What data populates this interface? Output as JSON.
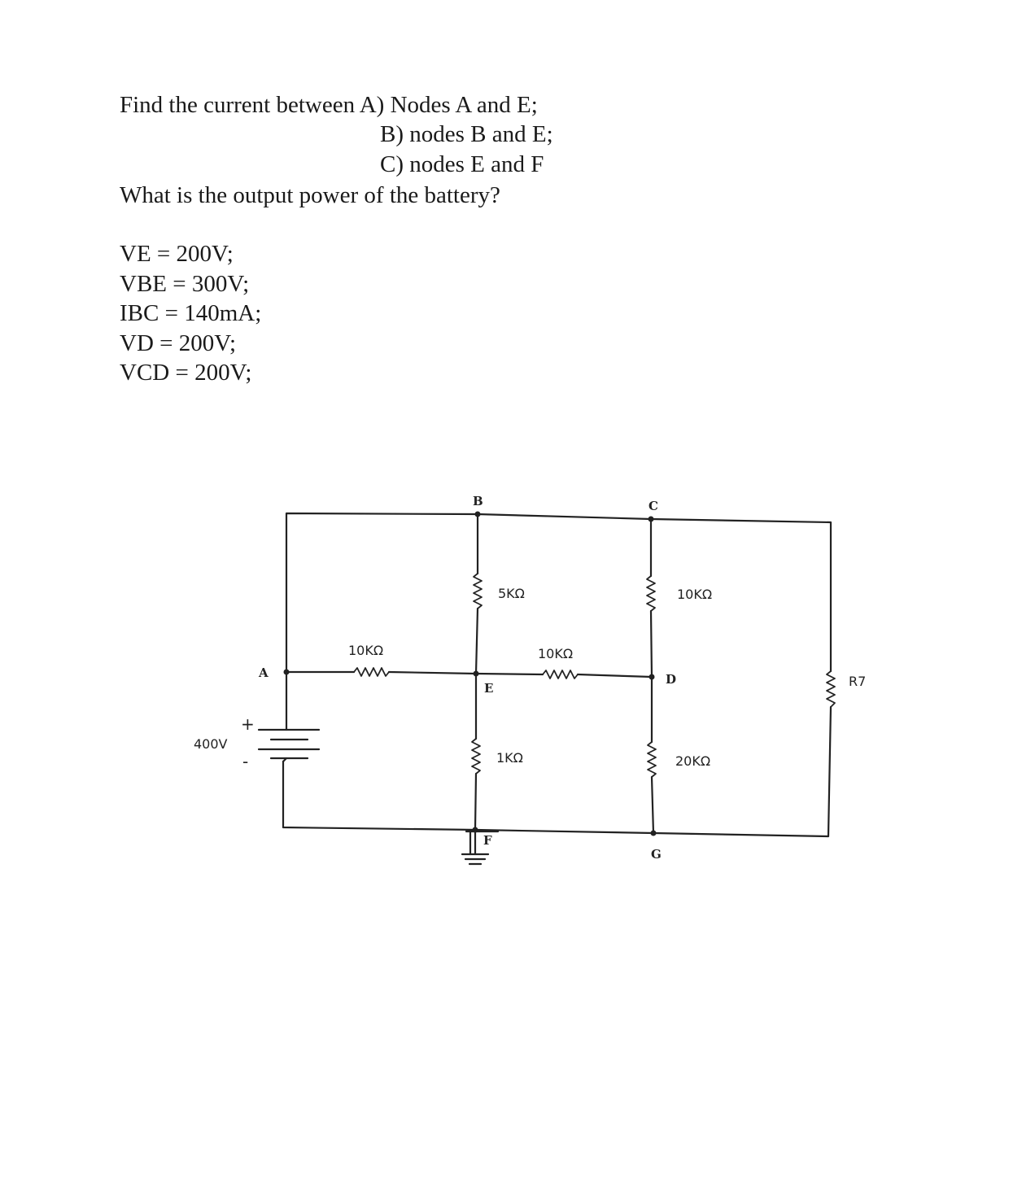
{
  "problem": {
    "line_a": "Find the current between A) Nodes A and E;",
    "line_b": "B) nodes B and E;",
    "line_c": "C) nodes E and F",
    "line_power": "What is the output power of the battery?"
  },
  "givens": [
    "VE = 200V;",
    "VBE = 300V;",
    "IBC = 140mA;",
    "VD = 200V;",
    "VCD = 200V;"
  ],
  "circuit": {
    "nodes": {
      "A": "A",
      "B": "B",
      "C": "C",
      "D": "D",
      "E": "E",
      "F": "F",
      "G": "G"
    },
    "battery": {
      "voltage": "400V",
      "plus": "+",
      "minus": "-"
    },
    "resistors": {
      "BE": "5KΩ",
      "CD": "10KΩ",
      "AE": "10KΩ",
      "ED": "10KΩ",
      "EF": "1KΩ",
      "DG": "20KΩ",
      "R7": "R7"
    }
  }
}
